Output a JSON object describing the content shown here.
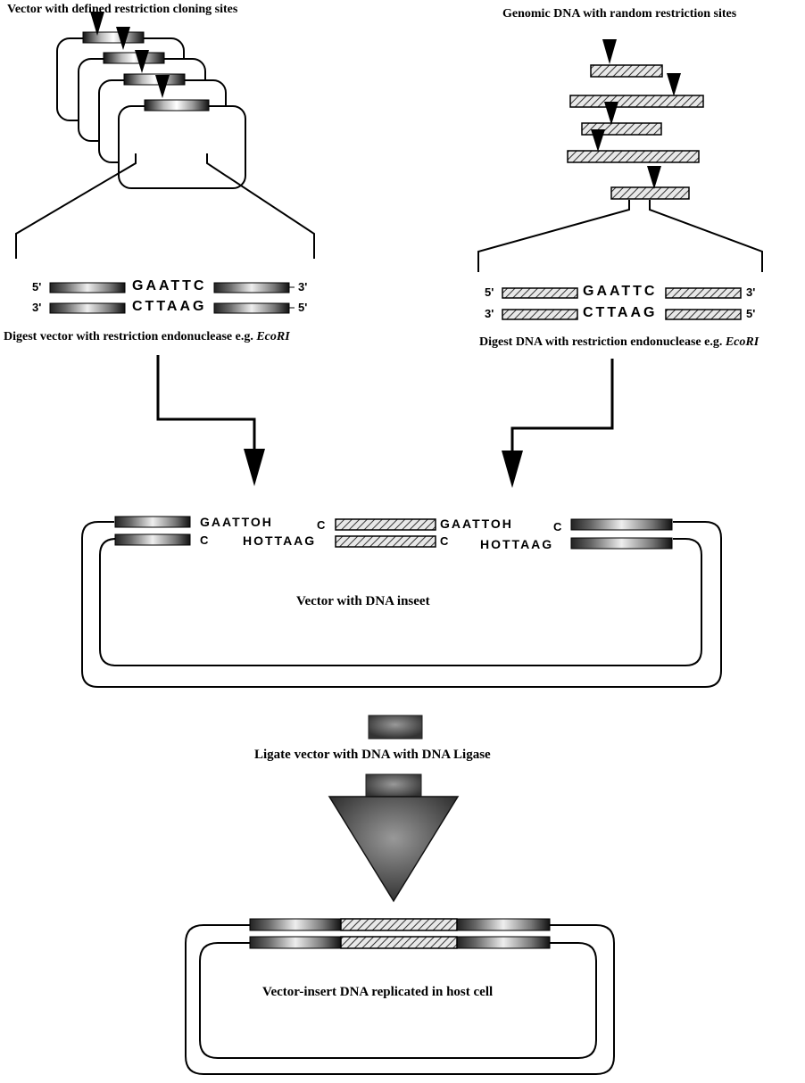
{
  "titles": {
    "vector_title": "Vector with defined restriction cloning sites",
    "genomic_title": "Genomic DNA with random restriction sites",
    "digest_vector_prefix": "Digest vector with restriction endonuclease e.g. ",
    "digest_dna_prefix": "Digest DNA with restriction endonuclease e.g. ",
    "enzyme": "EcoRI",
    "vector_insert": "Vector with DNA inseet",
    "ligate": "Ligate vector with DNA with DNA Ligase",
    "replicated": "Vector-insert DNA replicated in host cell"
  },
  "strands": {
    "five_prime": "5'",
    "three_prime": "3'",
    "top_site": "GAATTC",
    "bottom_site": "CTTAAG",
    "sticky_top": "GAATTOH",
    "sticky_bottom": "HOTTAAG",
    "c": "C"
  },
  "colors": {
    "ink": "#000000",
    "hatch": "#444444",
    "arrow_fill": "#555555"
  }
}
